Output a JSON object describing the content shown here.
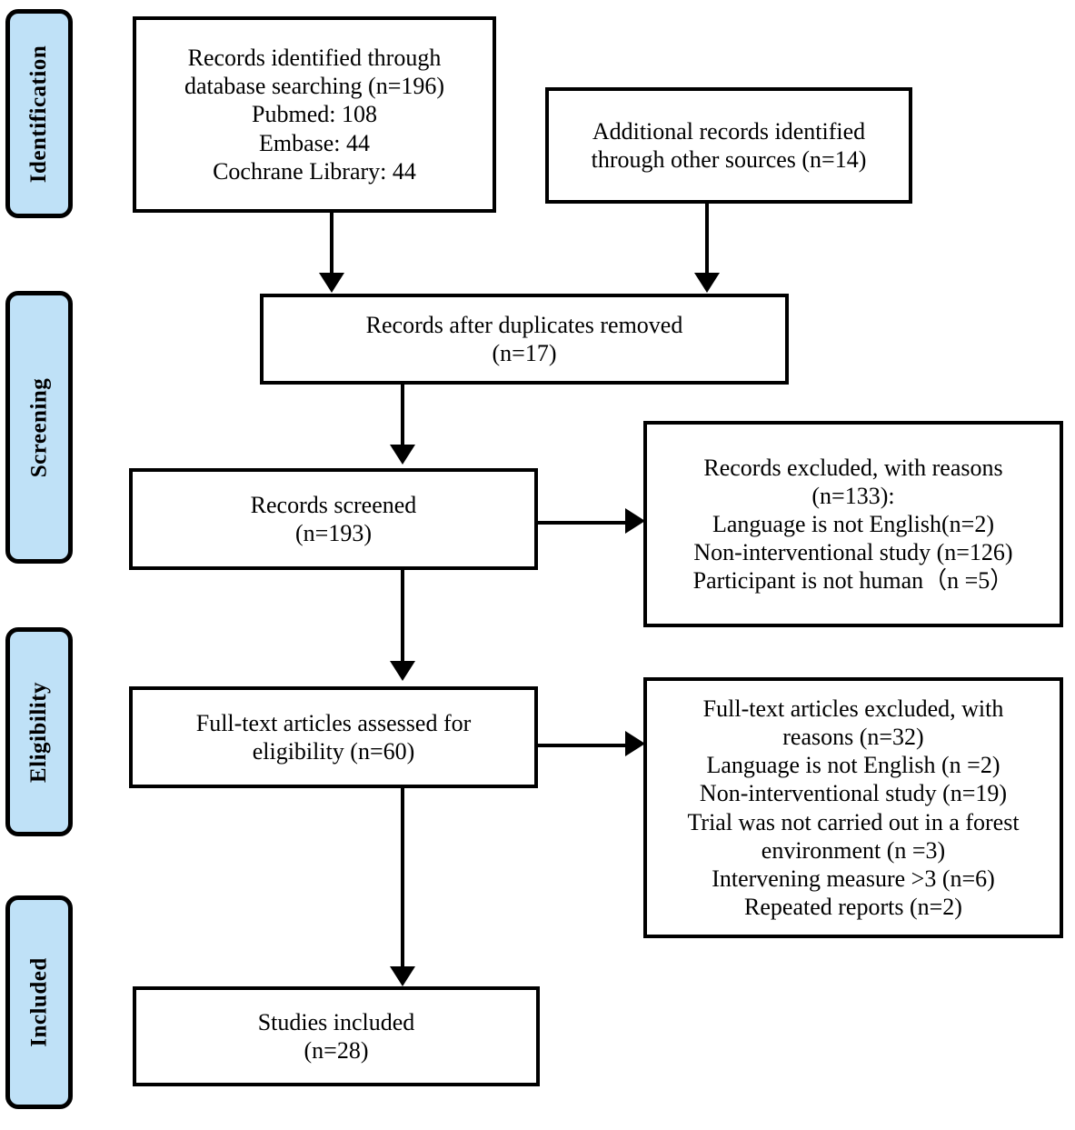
{
  "diagram": {
    "title": "PRISMA study selection flow diagram",
    "accent_color": "#bfe1f7",
    "line_color": "#000000",
    "box_fill": "#ffffff"
  },
  "stages": [
    {
      "id": "identification",
      "label": "Identification"
    },
    {
      "id": "screening",
      "label": "Screening"
    },
    {
      "id": "eligibility",
      "label": "Eligibility"
    },
    {
      "id": "included",
      "label": "Included"
    }
  ],
  "boxes": {
    "database_records": {
      "lines": [
        "Records identified through",
        "database searching (n=196)",
        "Pubmed: 108",
        "Embase: 44",
        "Cochrane Library: 44"
      ]
    },
    "other_records": {
      "lines": [
        "Additional records identified",
        "through other sources (n=14)"
      ]
    },
    "duplicates_removed": {
      "lines": [
        "Records after duplicates removed",
        "(n=17)"
      ]
    },
    "records_screened": {
      "lines": [
        "Records screened",
        "(n=193)"
      ]
    },
    "records_excluded": {
      "lines": [
        "Records excluded, with reasons",
        "(n=133):",
        "Language is not English(n=2)",
        "Non-interventional study (n=126)",
        "Participant is not human（n =5）"
      ]
    },
    "fulltext_assessed": {
      "lines": [
        "Full-text articles assessed for",
        "eligibility (n=60)"
      ]
    },
    "fulltext_excluded": {
      "lines": [
        "Full-text articles excluded, with",
        "reasons (n=32)",
        "Language is not English (n =2)",
        "Non-interventional study (n=19)",
        "Trial was not carried out in a forest",
        "environment (n =3)",
        "Intervening measure >3 (n=6)",
        "Repeated reports (n=2)"
      ]
    },
    "studies_included": {
      "lines": [
        "Studies included",
        "(n=28)"
      ]
    }
  },
  "chart_data": {
    "type": "table",
    "title": "PRISMA flow counts",
    "categories": [
      "Records identified through database searching",
      "Pubmed",
      "Embase",
      "Cochrane Library",
      "Additional records identified through other sources",
      "Records after duplicates removed",
      "Records screened",
      "Records excluded, with reasons",
      "Language is not English (screening)",
      "Non-interventional study (screening)",
      "Participant is not human (screening)",
      "Full-text articles assessed for eligibility",
      "Full-text articles excluded, with reasons",
      "Language is not English (eligibility)",
      "Non-interventional study (eligibility)",
      "Trial was not carried out in a forest environment",
      "Intervening measure >3",
      "Repeated reports",
      "Studies included"
    ],
    "values": [
      196,
      108,
      44,
      44,
      14,
      17,
      193,
      133,
      2,
      126,
      5,
      60,
      32,
      2,
      19,
      3,
      6,
      2,
      28
    ]
  }
}
